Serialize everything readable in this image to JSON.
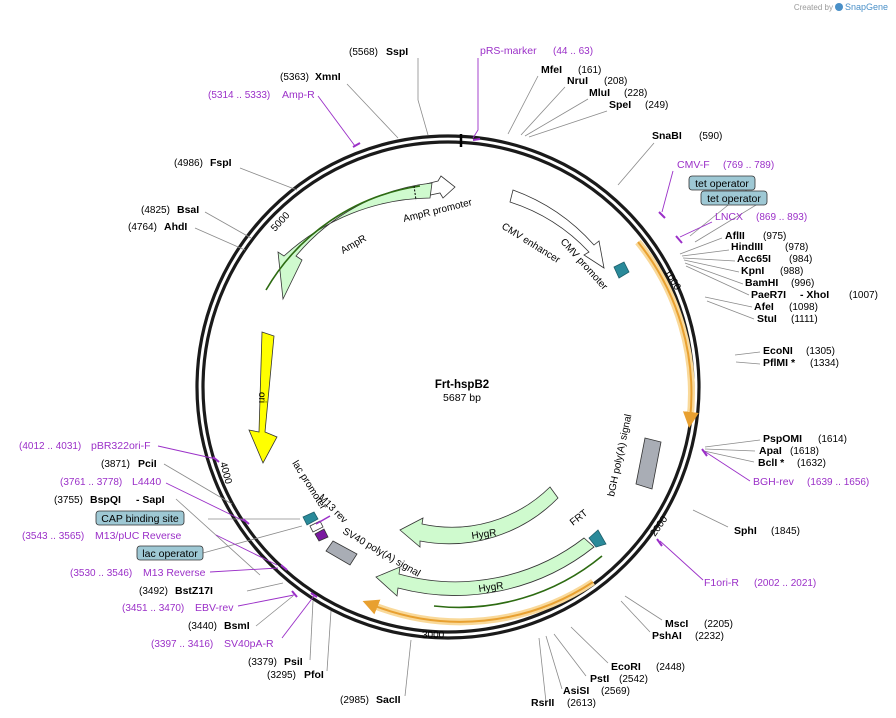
{
  "watermark": {
    "prefix": "Created by",
    "brand": "SnapGene"
  },
  "plasmid": {
    "name": "Frt-hspB2",
    "length_label": "5687 bp"
  },
  "ticks": [
    "1000",
    "2000",
    "3000",
    "4000",
    "5000"
  ],
  "sites": {
    "sspI": "SspI",
    "sspI_pos": "(5568)",
    "xmnI": "XmnI",
    "xmnI_pos": "(5363)",
    "fspI": "FspI",
    "fspI_pos": "(4986)",
    "bsaI": "BsaI",
    "bsaI_pos": "(4825)",
    "ahdI": "AhdI",
    "ahdI_pos": "(4764)",
    "mfeI": "MfeI",
    "mfeI_pos": "(161)",
    "nruI": "NruI",
    "nruI_pos": "(208)",
    "mluI": "MluI",
    "mluI_pos": "(228)",
    "speI": "SpeI",
    "speI_pos": "(249)",
    "snaBI": "SnaBI",
    "snaBI_pos": "(590)",
    "aflII": "AflII",
    "aflII_pos": "(975)",
    "hindIII": "HindIII",
    "hindIII_pos": "(978)",
    "acc65I": "Acc65I",
    "acc65I_pos": "(984)",
    "kpnI": "KpnI",
    "kpnI_pos": "(988)",
    "bamHI": "BamHI",
    "bamHI_pos": "(996)",
    "paeR7I": "PaeR7I",
    "xhoI": "- XhoI",
    "paeR7I_pos": "(1007)",
    "afeI": "AfeI",
    "afeI_pos": "(1098)",
    "stuI": "StuI",
    "stuI_pos": "(1111)",
    "ecoNI": "EcoNI",
    "ecoNI_pos": "(1305)",
    "pflMI": "PflMI *",
    "pflMI_pos": "(1334)",
    "pspOMI": "PspOMI",
    "pspOMI_pos": "(1614)",
    "apaI": "ApaI",
    "apaI_pos": "(1618)",
    "bclI": "BclI *",
    "bclI_pos": "(1632)",
    "sphI": "SphI",
    "sphI_pos": "(1845)",
    "mscI": "MscI",
    "mscI_pos": "(2205)",
    "pshAI": "PshAI",
    "pshAI_pos": "(2232)",
    "ecoRI": "EcoRI",
    "ecoRI_pos": "(2448)",
    "pstI": "PstI",
    "pstI_pos": "(2542)",
    "asiSI": "AsiSI",
    "asiSI_pos": "(2569)",
    "rsrII": "RsrII",
    "rsrII_pos": "(2613)",
    "sacII": "SacII",
    "sacII_pos": "(2985)",
    "pfoI": "PfoI",
    "pfoI_pos": "(3295)",
    "psiI": "PsiI",
    "psiI_pos": "(3379)",
    "bsmI": "BsmI",
    "bsmI_pos": "(3440)",
    "bstZ17I": "BstZ17I",
    "bstZ17I_pos": "(3492)",
    "bspQI": "BspQI",
    "sapI": "- SapI",
    "bspQI_pos": "(3755)",
    "pciI": "PciI",
    "pciI_pos": "(3871)"
  },
  "primers": {
    "prs": "pRS-marker",
    "prs_pos": "(44 .. 63)",
    "ampR": "Amp-R",
    "ampR_pos": "(5314 .. 5333)",
    "cmvF": "CMV-F",
    "cmvF_pos": "(769 .. 789)",
    "lncx": "LNCX",
    "lncx_pos": "(869 .. 893)",
    "bghRev": "BGH-rev",
    "bghRev_pos": "(1639 .. 1656)",
    "f1ori": "F1ori-R",
    "f1ori_pos": "(2002 .. 2021)",
    "pbr322": "pBR322ori-F",
    "pbr322_pos": "(4012 .. 4031)",
    "l4440": "L4440",
    "l4440_pos": "(3761 .. 3778)",
    "m13puc": "M13/pUC Reverse",
    "m13puc_pos": "(3543 .. 3565)",
    "m13rev": "M13 Reverse",
    "m13rev_pos": "(3530 .. 3546)",
    "ebv": "EBV-rev",
    "ebv_pos": "(3451 .. 3470)",
    "sv40pa": "SV40pA-R",
    "sv40pa_pos": "(3397 .. 3416)"
  },
  "boxed": {
    "tet1": "tet operator",
    "tet2": "tet operator",
    "cap": "CAP binding site",
    "lac": "lac operator"
  },
  "features": {
    "ampR": "AmpR",
    "ampPromoter": "AmpR promoter",
    "cmvEnh": "CMV enhancer",
    "cmvProm": "CMV promoter",
    "ori": "ori",
    "bgh": "bGH poly(A) signal",
    "hygr1": "HygR",
    "hygr2": "HygR",
    "frt": "FRT",
    "sv40": "SV40 poly(A) signal",
    "m13rev": "M13 rev",
    "lacProm": "lac promoter"
  },
  "colors": {
    "primer": "#9b30c8",
    "marker_fill": "#cfface",
    "ori_fill": "#ffff00",
    "orf_outline": "#f3b64d",
    "box_fill": "#9ec8d4",
    "polyA_fill": "#a9adb5",
    "teal": "#2a8a9a"
  }
}
